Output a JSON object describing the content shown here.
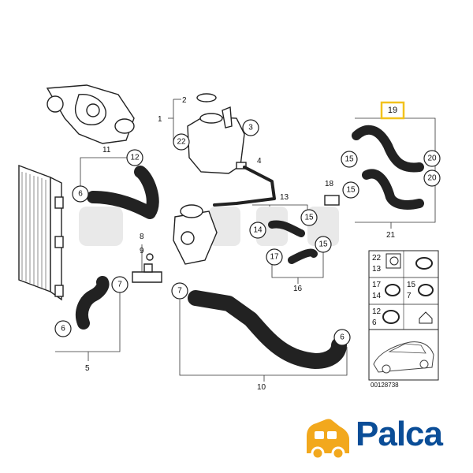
{
  "diagram": {
    "circled_labels": [
      "12",
      "6",
      "7",
      "6",
      "7",
      "22",
      "3",
      "15",
      "15",
      "20",
      "20",
      "15",
      "14",
      "15",
      "17",
      "6"
    ],
    "plain_labels": [
      "2",
      "1",
      "4",
      "11",
      "13",
      "18",
      "8",
      "9",
      "5",
      "10",
      "16",
      "21"
    ],
    "highlighted_label": "19",
    "part_number": "00128738",
    "inset_labels": [
      "22",
      "13",
      "17",
      "14",
      "15",
      "7",
      "12",
      "6"
    ]
  },
  "brand": {
    "name": "Palca",
    "color": "#0a4d97",
    "accent": "#f2a81d"
  }
}
